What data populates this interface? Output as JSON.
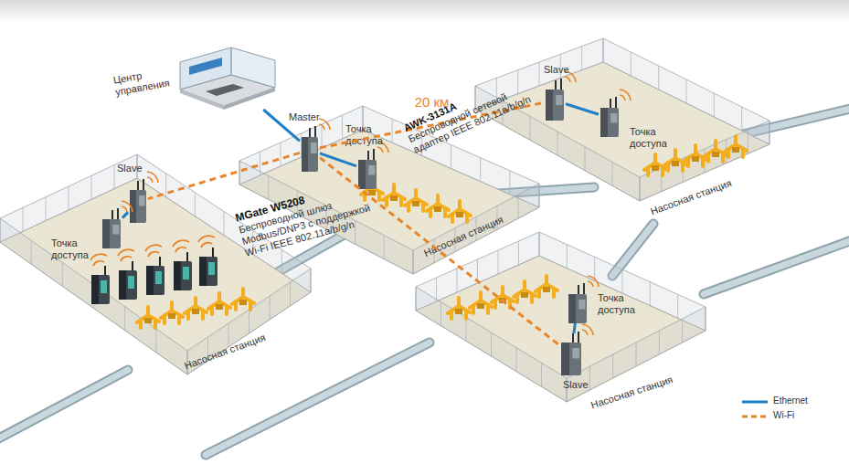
{
  "diagram": {
    "nodes": [
      {
        "text": [
          "Центр управления"
        ]
      },
      {
        "text": [
          "Насосная станция"
        ]
      },
      {
        "text": [
          "Master"
        ],
        "in": 1
      },
      {
        "text": [
          "Точка доступа"
        ],
        "in": 1
      },
      {
        "text": [
          "Насосная станция"
        ]
      },
      {
        "text": [
          "Slave"
        ],
        "in": 4
      },
      {
        "text": [
          "Точка доступа"
        ],
        "in": 4
      },
      {
        "text": [
          "Насосная станция"
        ]
      },
      {
        "text": [
          "Slave"
        ],
        "in": 7
      },
      {
        "text": [
          "Точка доступа"
        ],
        "in": 7
      },
      {
        "text": [
          "Насосная станция"
        ]
      },
      {
        "text": [
          "Точка доступа"
        ],
        "in": 10
      },
      {
        "text": [
          "Slave"
        ],
        "in": 10
      }
    ],
    "edges": [
      {
        "from": 0,
        "to": 2,
        "arrow": "none"
      },
      {
        "from": 2,
        "to": 3,
        "arrow": "none"
      },
      {
        "from": 2,
        "to": 5,
        "arrow": "none",
        "label": "20 км"
      },
      {
        "from": 2,
        "to": 8,
        "arrow": "none"
      },
      {
        "from": 2,
        "to": 12,
        "arrow": "none"
      },
      {
        "from": 5,
        "to": 6,
        "arrow": "none"
      },
      {
        "from": 8,
        "to": 9,
        "arrow": "none"
      },
      {
        "from": 12,
        "to": 11,
        "arrow": "none"
      }
    ],
    "labels": [
      "AWK-3131A",
      "Беспроводной сетевой адаптер IEEE 802.11a/b/g/n",
      "MGate W5208",
      "Беспроводной шлюз Modbus/DNP3 с поддержкой Wi-Fi IEEE 802.11a/b/g/n"
    ],
    "legend": [
      {
        "text": "Ethernet"
      },
      {
        "text": "Wi-Fi"
      }
    ]
  }
}
